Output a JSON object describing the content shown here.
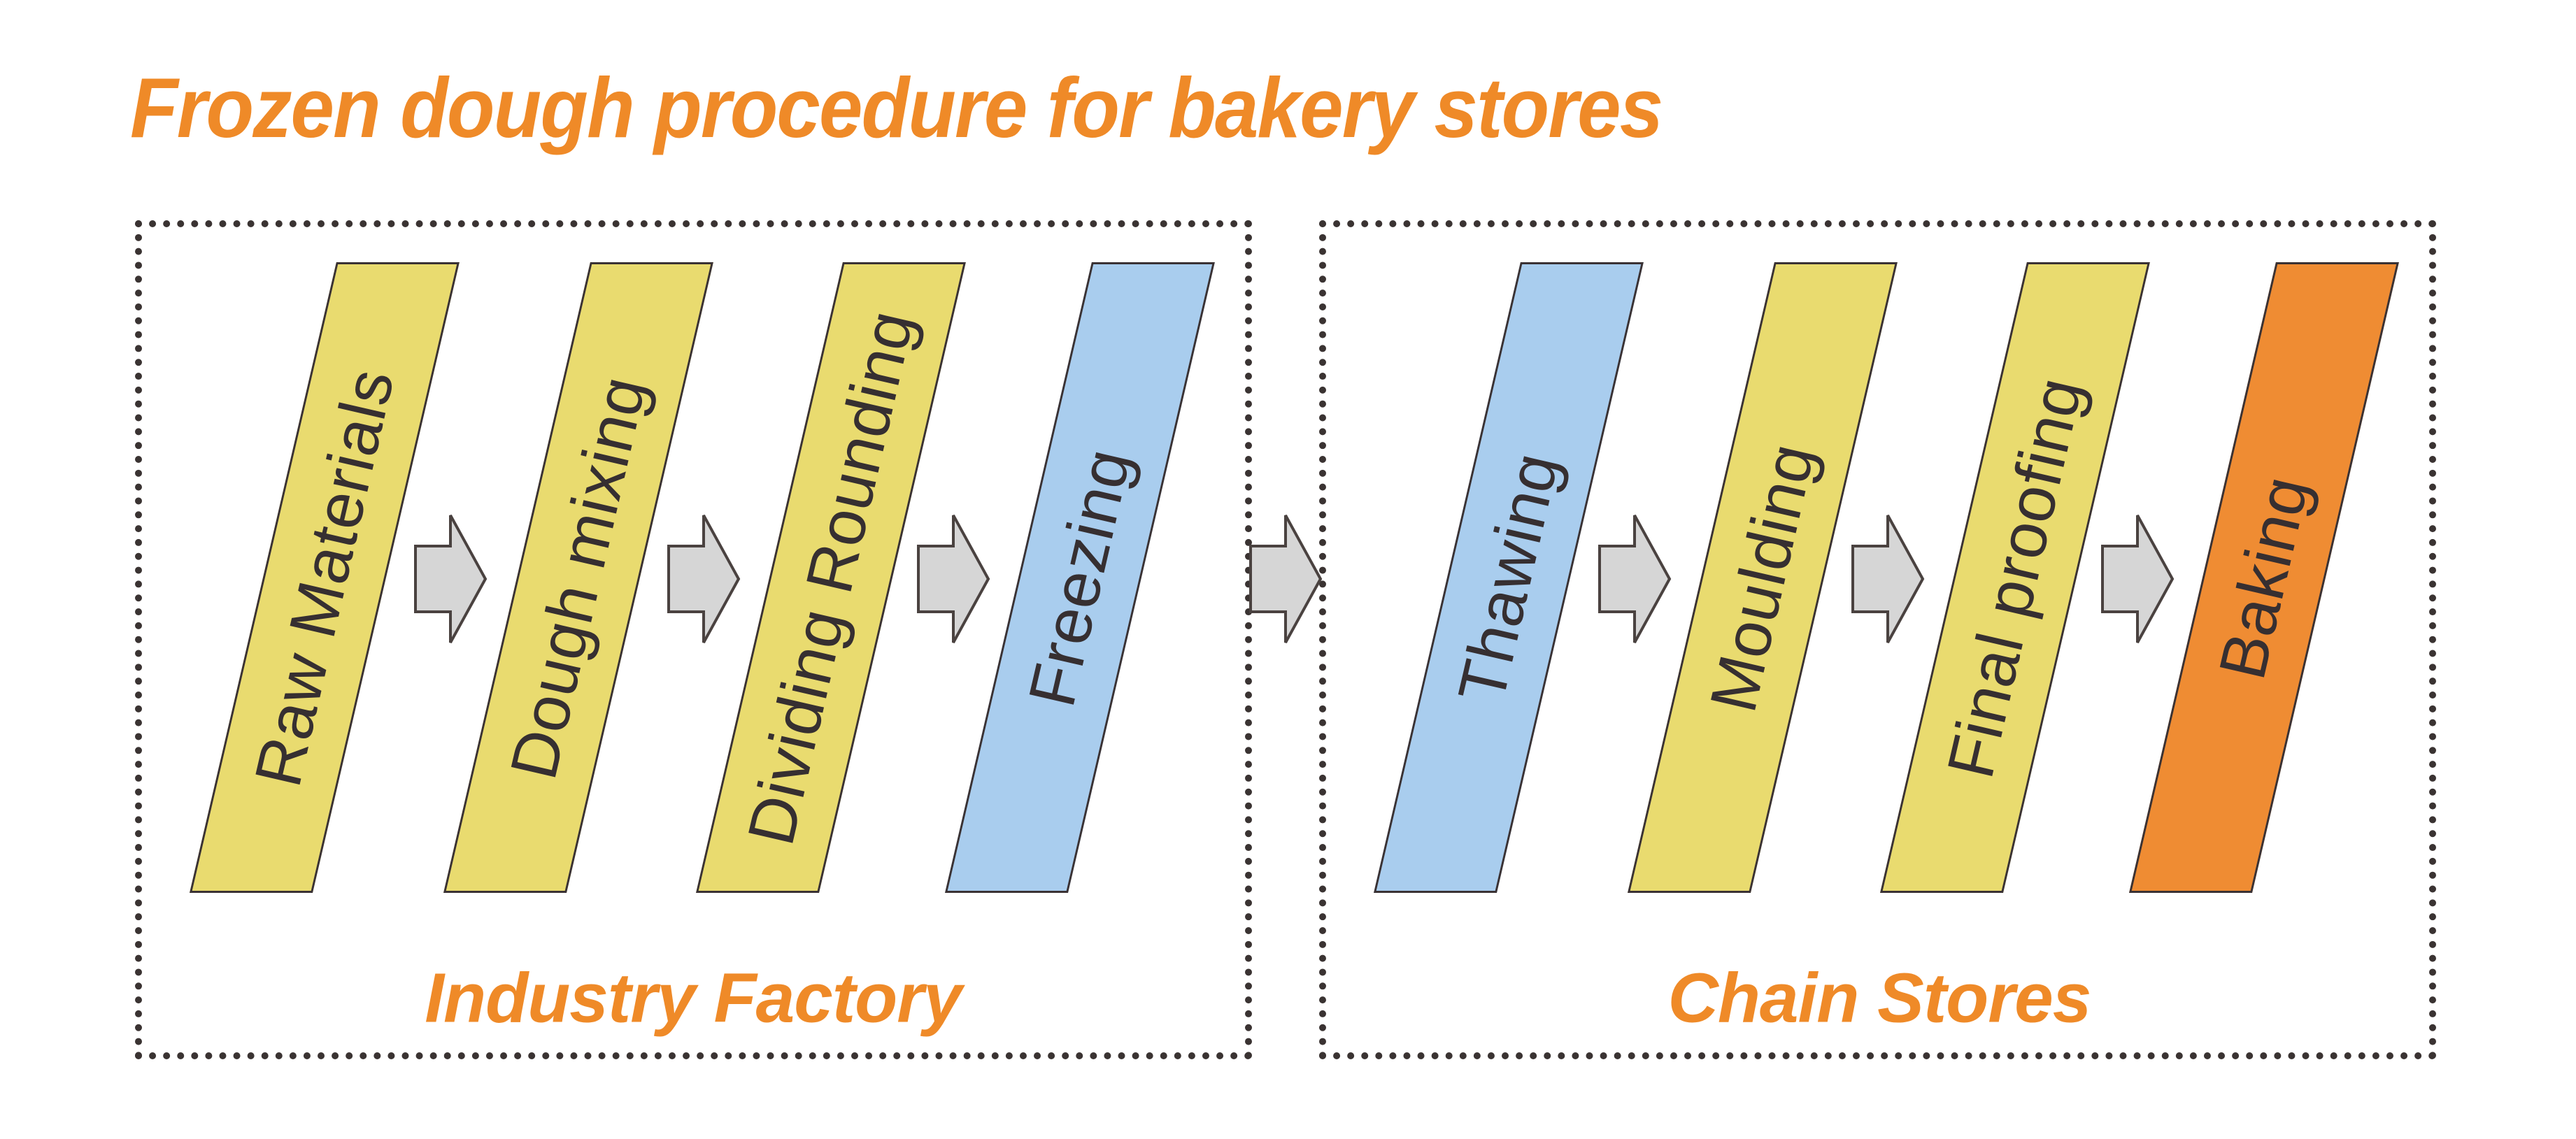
{
  "title": {
    "text": "Frozen dough procedure for bakery stores"
  },
  "colors": {
    "accent_orange": "#EF8A28",
    "step_yellow": "#E9DB6F",
    "step_blue": "#A9CDEE",
    "step_orange": "#EF8C33",
    "step_outline": "#3A3234",
    "step_text": "#362F31",
    "arrow_fill": "#D6D6D6",
    "arrow_outline": "#4A4240",
    "box_dash": "#3A3332"
  },
  "sections": [
    {
      "label": "Industry Factory",
      "steps": [
        {
          "label": "Raw Materials",
          "color": "#E9DB6F"
        },
        {
          "label": "Dough mixing",
          "color": "#E9DB6F"
        },
        {
          "label": "Dividing Rounding",
          "color": "#E9DB6F"
        },
        {
          "label": "Freezing",
          "color": "#A9CDEE"
        }
      ]
    },
    {
      "label": "Chain Stores",
      "steps": [
        {
          "label": "Thawing",
          "color": "#A9CDEE"
        },
        {
          "label": "Moulding",
          "color": "#E9DB6F"
        },
        {
          "label": "Final proofing",
          "color": "#E9DB6F"
        },
        {
          "label": "Baking",
          "color": "#EF8C33"
        }
      ]
    }
  ]
}
